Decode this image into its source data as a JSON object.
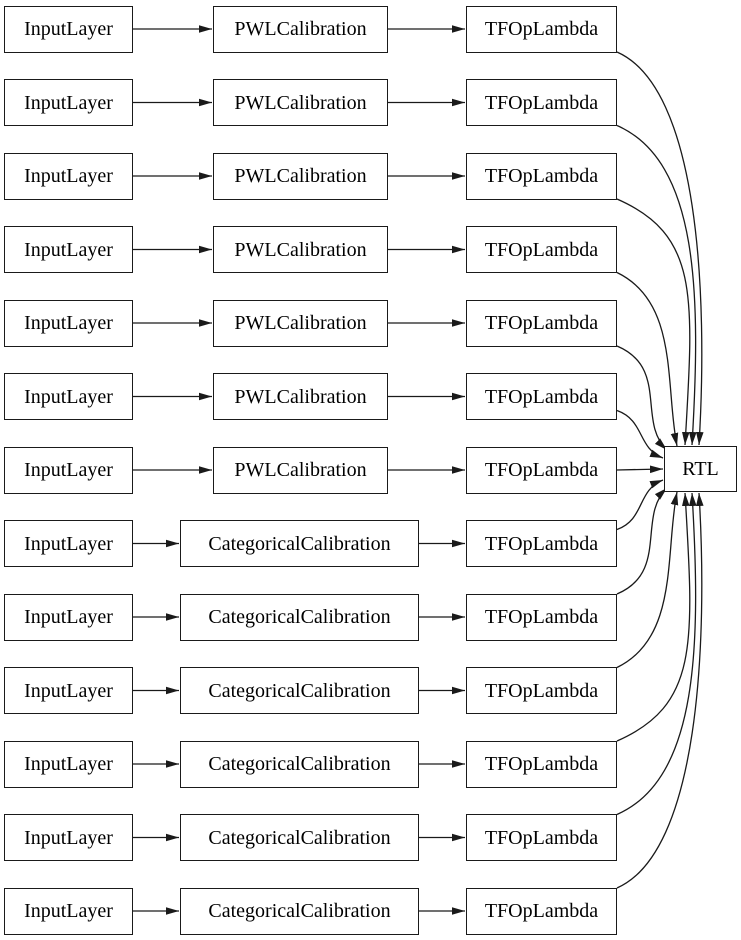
{
  "diagram": {
    "background": "#ffffff",
    "node_fill": "#ffffff",
    "node_border_color": "#1a1a1a",
    "edge_color": "#1a1a1a",
    "output_node": {
      "label": "RTL"
    },
    "rows": [
      {
        "input": "InputLayer",
        "calibration": "PWLCalibration",
        "lambda": "TFOpLambda",
        "calibration_type": "pwl"
      },
      {
        "input": "InputLayer",
        "calibration": "PWLCalibration",
        "lambda": "TFOpLambda",
        "calibration_type": "pwl"
      },
      {
        "input": "InputLayer",
        "calibration": "PWLCalibration",
        "lambda": "TFOpLambda",
        "calibration_type": "pwl"
      },
      {
        "input": "InputLayer",
        "calibration": "PWLCalibration",
        "lambda": "TFOpLambda",
        "calibration_type": "pwl"
      },
      {
        "input": "InputLayer",
        "calibration": "PWLCalibration",
        "lambda": "TFOpLambda",
        "calibration_type": "pwl"
      },
      {
        "input": "InputLayer",
        "calibration": "PWLCalibration",
        "lambda": "TFOpLambda",
        "calibration_type": "pwl"
      },
      {
        "input": "InputLayer",
        "calibration": "PWLCalibration",
        "lambda": "TFOpLambda",
        "calibration_type": "pwl"
      },
      {
        "input": "InputLayer",
        "calibration": "CategoricalCalibration",
        "lambda": "TFOpLambda",
        "calibration_type": "categorical"
      },
      {
        "input": "InputLayer",
        "calibration": "CategoricalCalibration",
        "lambda": "TFOpLambda",
        "calibration_type": "categorical"
      },
      {
        "input": "InputLayer",
        "calibration": "CategoricalCalibration",
        "lambda": "TFOpLambda",
        "calibration_type": "categorical"
      },
      {
        "input": "InputLayer",
        "calibration": "CategoricalCalibration",
        "lambda": "TFOpLambda",
        "calibration_type": "categorical"
      },
      {
        "input": "InputLayer",
        "calibration": "CategoricalCalibration",
        "lambda": "TFOpLambda",
        "calibration_type": "categorical"
      },
      {
        "input": "InputLayer",
        "calibration": "CategoricalCalibration",
        "lambda": "TFOpLambda",
        "calibration_type": "categorical"
      }
    ],
    "edges_per_row": [
      {
        "from": "input",
        "to": "calibration"
      },
      {
        "from": "calibration",
        "to": "lambda"
      },
      {
        "from": "lambda",
        "to": "output"
      }
    ]
  }
}
